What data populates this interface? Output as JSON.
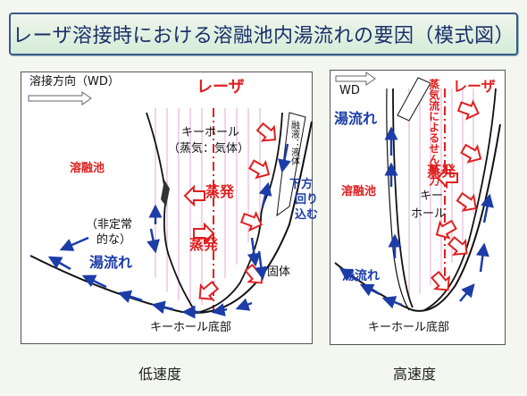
{
  "title": "レーザ溶接時における溶融池内湯流れの要因（模式図）",
  "low_speed": {
    "caption": "低速度",
    "weld_direction": "溶接方向（WD）",
    "laser": "レーザ",
    "keyhole": "キーホール",
    "keyhole_sub": "（蒸気：気体）",
    "molten_pool": "溶融池",
    "evaporation_1": "蒸発",
    "evaporation_2": "蒸発",
    "unsteady": "（非定常",
    "unsteady_2": "的な）",
    "melt_flow": "湯流れ",
    "downward_1": "下方",
    "downward_2": "回り",
    "downward_3": "込む",
    "melt_liquid": "融液：液体",
    "solid": "固体",
    "keyhole_bottom": "キーホール底部"
  },
  "high_speed": {
    "caption": "高速度",
    "wd": "WD",
    "laser": "レーザ",
    "vapor_jet": "蒸気流によるせん断力",
    "melt_flow_top": "湯流れ",
    "molten_pool": "溶融池",
    "evaporation": "蒸発",
    "keyhole_1": "キー",
    "keyhole_2": "ホール",
    "melt_flow_bottom": "湯流れ",
    "keyhole_bottom": "キーホール底部"
  },
  "colors": {
    "red": "#e02020",
    "blue": "#1c3ca8",
    "pink_lines": "#e3a8d4",
    "title_text": "#1a2f6a"
  }
}
